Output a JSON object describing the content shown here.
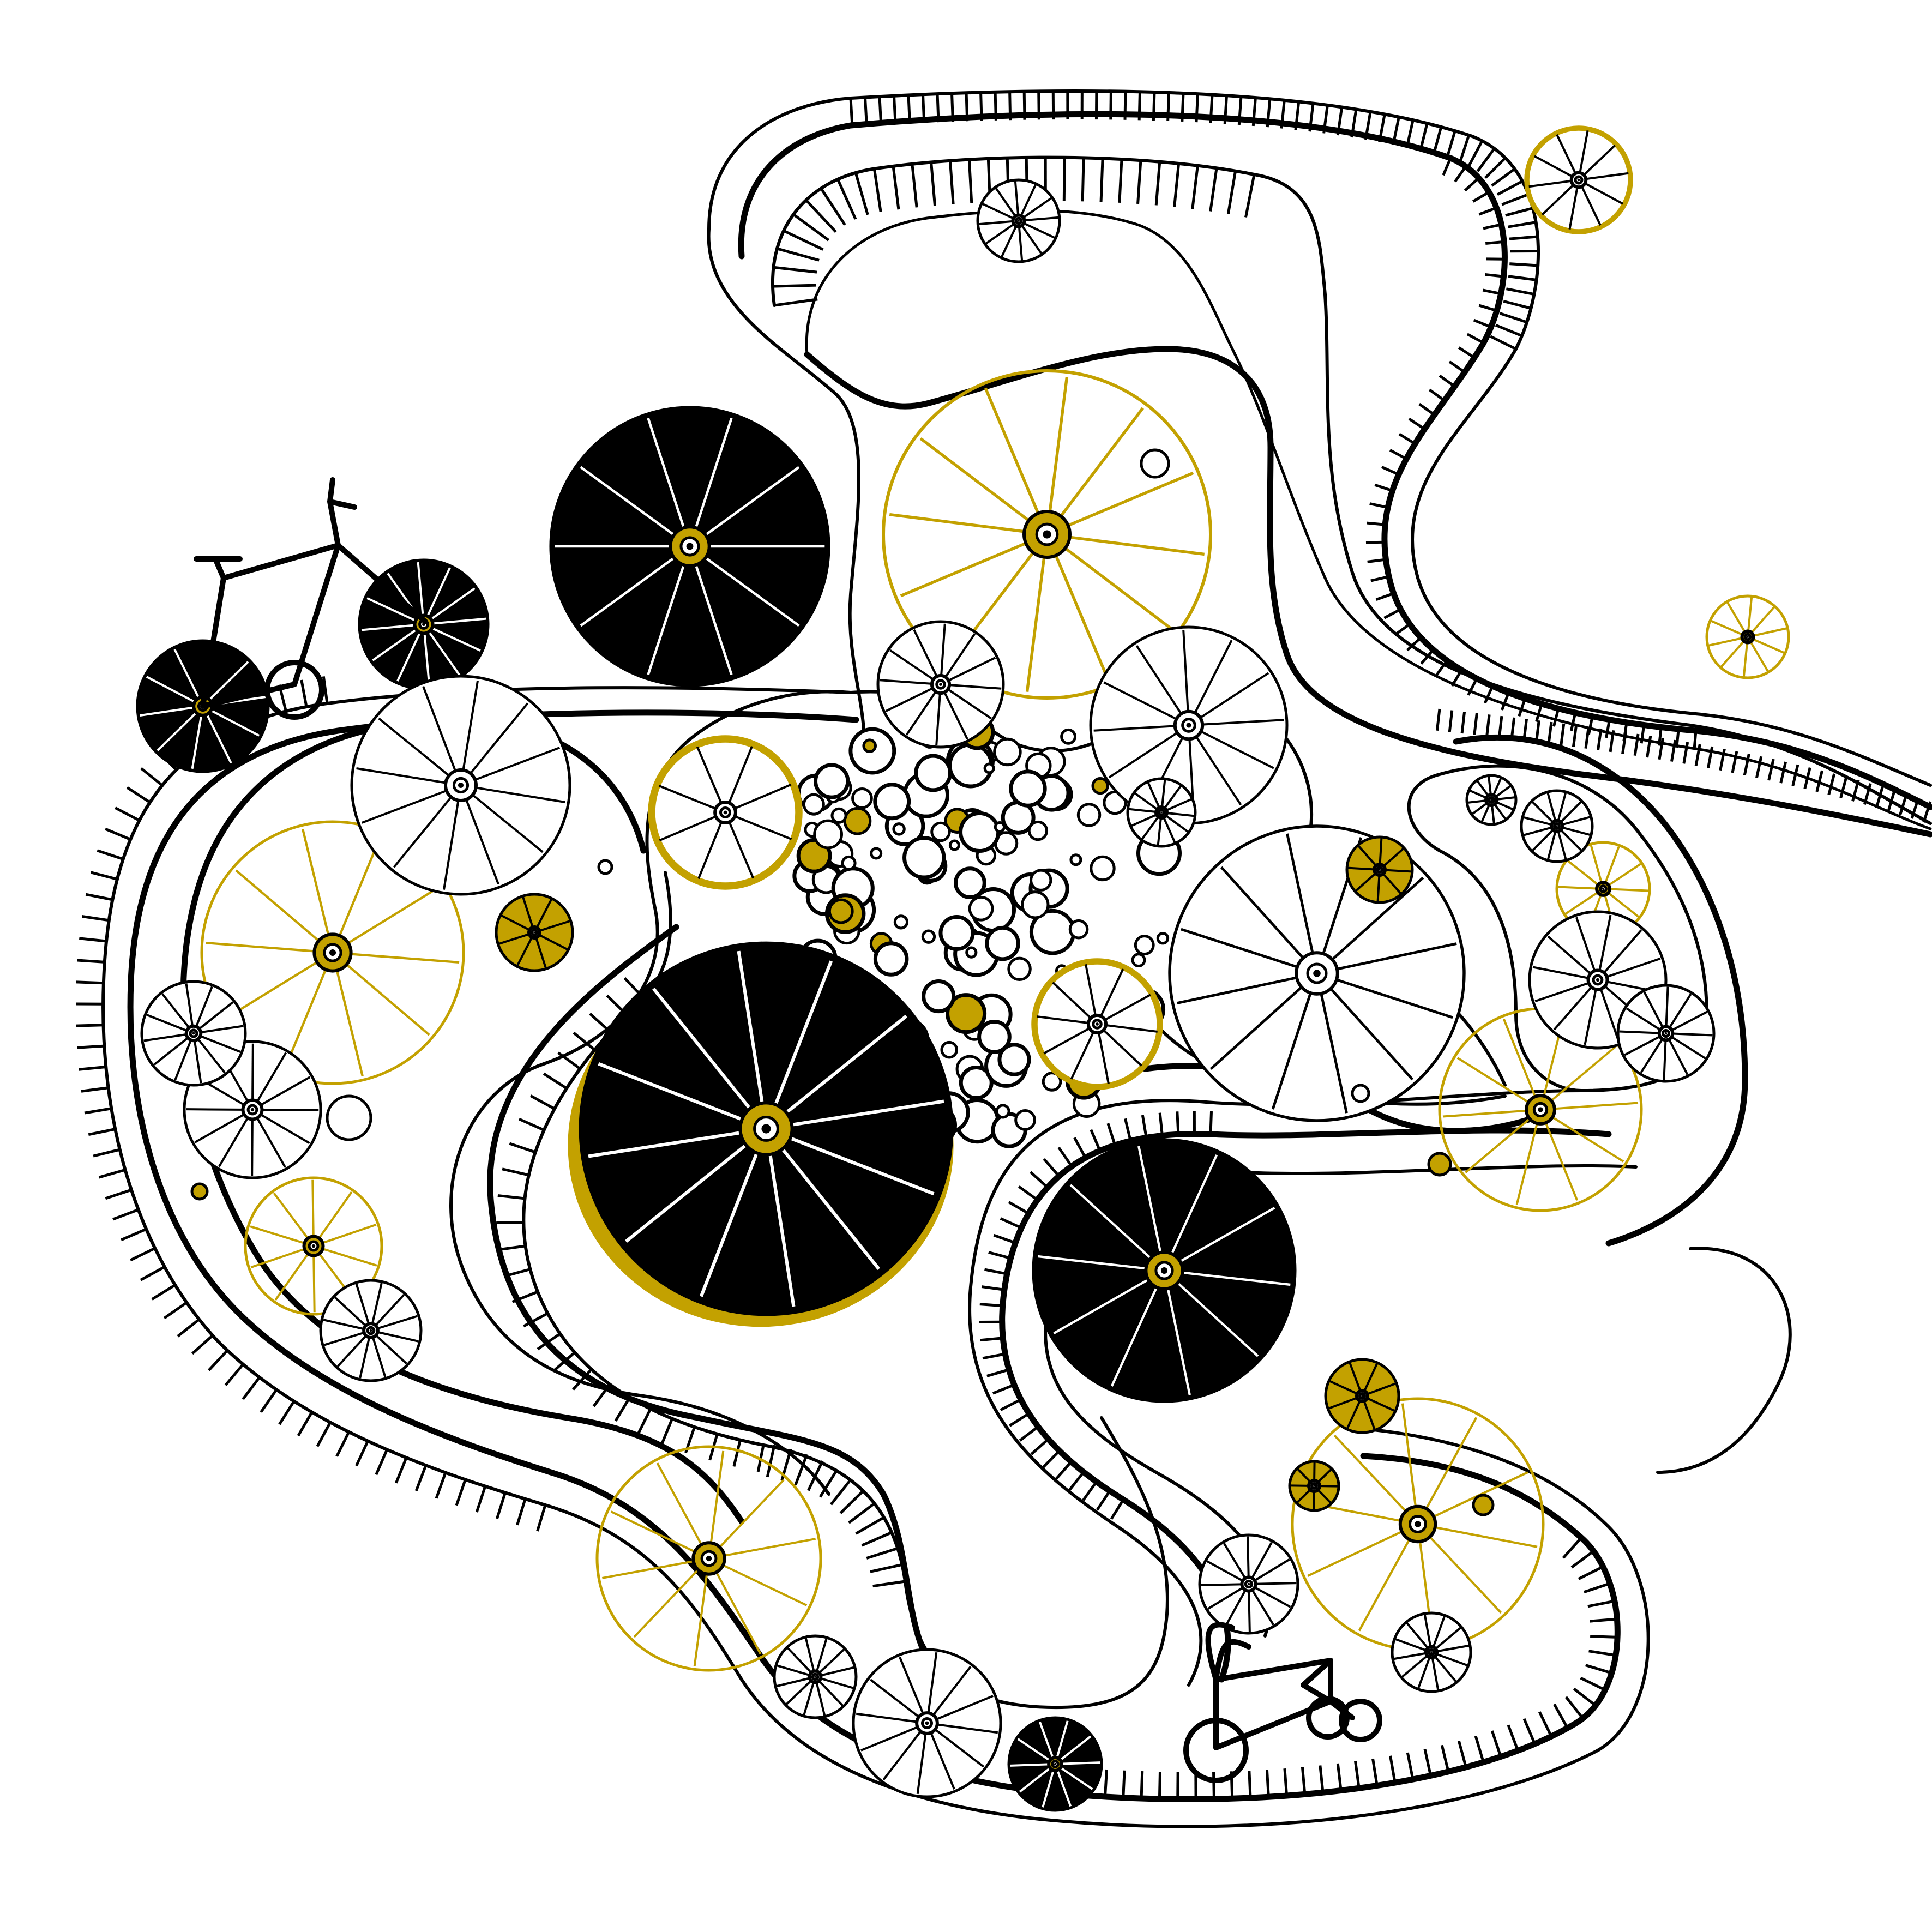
{
  "artwork": {
    "palette": {
      "ink": "#000000",
      "gold": "#c3a100",
      "paper": "#ffffff"
    },
    "wheels": [
      {
        "style": "solid-black",
        "spokes": 10
      },
      {
        "style": "solid-black",
        "spokes": 12
      },
      {
        "style": "solid-black",
        "spokes": 10
      },
      {
        "style": "solid-black",
        "spokes": 10
      },
      {
        "style": "solid-black",
        "spokes": 12
      },
      {
        "style": "solid-black",
        "spokes": 10
      },
      {
        "style": "gold-outline",
        "spokes": 12
      },
      {
        "style": "gold-outline",
        "spokes": 10
      },
      {
        "style": "gold-outline",
        "spokes": 10
      },
      {
        "style": "gold-outline",
        "spokes": 10
      },
      {
        "style": "gold-outline",
        "spokes": 10
      },
      {
        "style": "gold-outline",
        "spokes": 10
      },
      {
        "style": "gold-outline",
        "spokes": 10
      },
      {
        "style": "gold-outline",
        "spokes": 10
      },
      {
        "style": "black-outline",
        "spokes": 12
      },
      {
        "style": "black-outline",
        "spokes": 12
      },
      {
        "style": "black-outline",
        "spokes": 12
      },
      {
        "style": "black-outline",
        "spokes": 12
      },
      {
        "style": "black-outline",
        "spokes": 12
      },
      {
        "style": "black-outline",
        "spokes": 12
      },
      {
        "style": "black-outline",
        "spokes": 12
      },
      {
        "style": "black-outline",
        "spokes": 12
      },
      {
        "style": "black-outline",
        "spokes": 12
      },
      {
        "style": "black-outline",
        "spokes": 12
      },
      {
        "style": "black-outline",
        "spokes": 12
      },
      {
        "style": "black-outline",
        "spokes": 12
      },
      {
        "style": "black-outline",
        "spokes": 12
      },
      {
        "style": "black-outline",
        "spokes": 12
      },
      {
        "style": "black-outline",
        "spokes": 12
      },
      {
        "style": "black-outline",
        "spokes": 12
      },
      {
        "style": "black-outline",
        "spokes": 12
      },
      {
        "style": "gold-filled-small",
        "spokes": 8
      },
      {
        "style": "gold-filled-small",
        "spokes": 8
      },
      {
        "style": "gold-filled-small",
        "spokes": 8
      },
      {
        "style": "gold-filled-small",
        "spokes": 8
      },
      {
        "style": "gold-ring",
        "spokes": 8
      },
      {
        "style": "gold-ring",
        "spokes": 10
      },
      {
        "style": "gold-ring",
        "spokes": 10
      }
    ],
    "bicycles": [
      {
        "name": "bicycle-top-left"
      },
      {
        "name": "bicycle-bottom-right"
      }
    ]
  }
}
